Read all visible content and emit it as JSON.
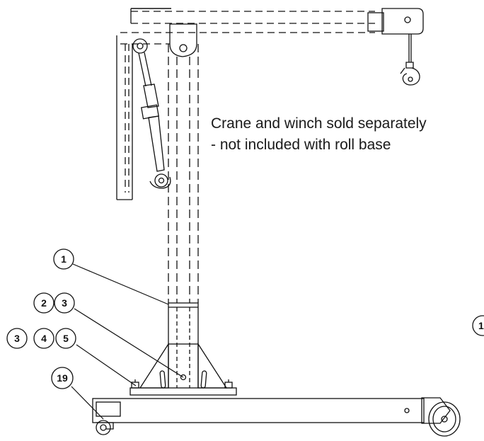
{
  "note": {
    "line1": "Crane and winch sold separately",
    "line2": "- not included with roll base"
  },
  "callouts": {
    "c1": "1",
    "c2": "2",
    "c3a": "3",
    "c3b": "3",
    "c4": "4",
    "c5": "5",
    "c19": "19",
    "c_edge": "1"
  }
}
